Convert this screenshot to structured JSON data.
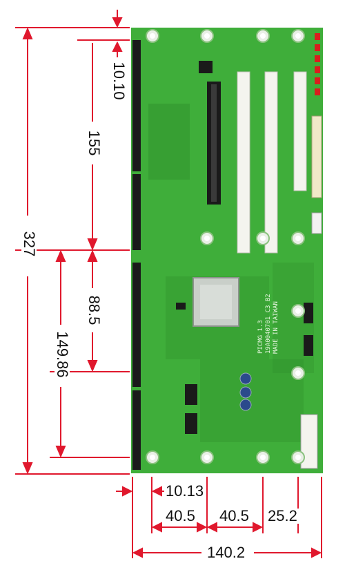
{
  "dimensions": {
    "top_offset_vertical": "10.10",
    "upper_segment_vertical": "155",
    "total_height_vertical": "327",
    "middle_segment_vertical": "88.5",
    "lower_segment_vertical": "149.86",
    "left_offset_horizontal": "10.13",
    "slot_pitch_1": "40.5",
    "slot_pitch_2": "40.5",
    "right_segment_horizontal": "25.2",
    "total_width_horizontal": "140.2"
  },
  "board_markings": {
    "line1": "PICMG 1.3",
    "line2": "19A0040701 C3 B2",
    "line3": "MADE IN TAIWAN"
  },
  "colors": {
    "board": "#3fae3a",
    "board_dark": "#2f8f2c",
    "slot_white": "#f4f4ee",
    "slot_black": "#1a1a1a",
    "dimension_line": "#e0182d",
    "chip": "#c9cfc9"
  }
}
